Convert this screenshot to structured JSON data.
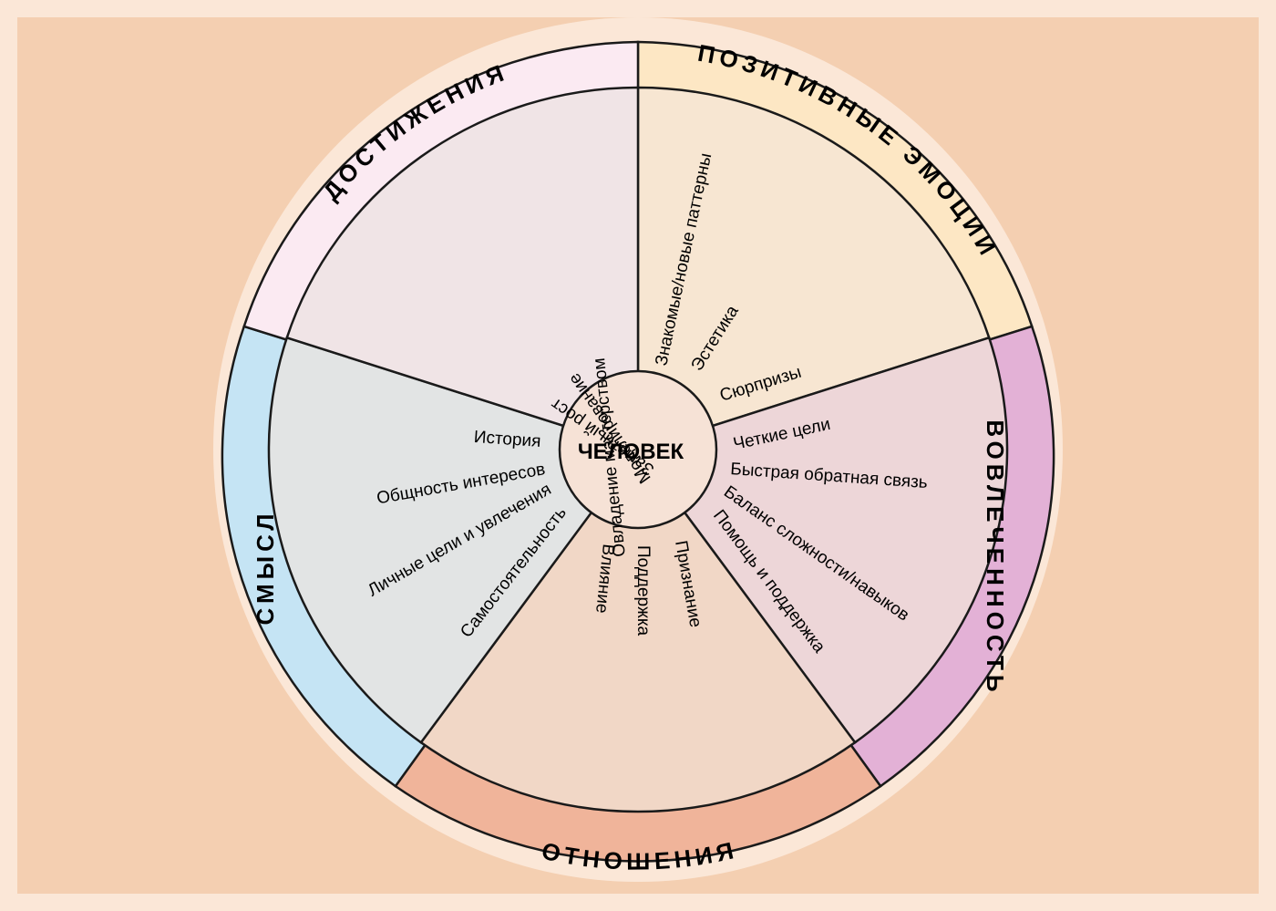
{
  "center": {
    "label": "ЧЕЛОВЕК",
    "fill": "#f6e2d6"
  },
  "colors": {
    "background": "#f4cfb1",
    "outer_border": "#fbe7d7",
    "stroke": "#1a1a1a"
  },
  "segments": [
    {
      "id": "positive-emotions",
      "title": "ПОЗИТИВНЫЕ ЭМОЦИИ",
      "band_color": "#fde7c4",
      "inner_color": "#f7e6d2",
      "items": [
        "Знакомые/новые паттерны",
        "Эстетика",
        "Сюрпризы"
      ]
    },
    {
      "id": "engagement",
      "title": "ВОВЛЕЧЕННОСТЬ",
      "band_color": "#e3b1d6",
      "inner_color": "#edd6d8",
      "items": [
        "Четкие цели",
        "Быстрая обратная связь",
        "Баланс сложности/навыков",
        "Помощь и поддержка"
      ]
    },
    {
      "id": "relationships",
      "title": "ОТНОШЕНИЯ",
      "band_color": "#f0b49a",
      "inner_color": "#f1d7c6",
      "items": [
        "Признание",
        "Поддержка",
        "Влияние"
      ]
    },
    {
      "id": "meaning",
      "title": "СМЫСЛ",
      "band_color": "#c5e4f4",
      "inner_color": "#e2e4e4",
      "items": [
        "История",
        "Общность интересов",
        "Личные цели и увлечения",
        "Самостоятельность"
      ]
    },
    {
      "id": "achievements",
      "title": "ДОСТИЖЕНИЯ",
      "band_color": "#fbeaf2",
      "inner_color": "#f0e4e6",
      "items": [
        "Овладение мастерством",
        "Моделирование",
        "Заметный рост"
      ]
    }
  ]
}
